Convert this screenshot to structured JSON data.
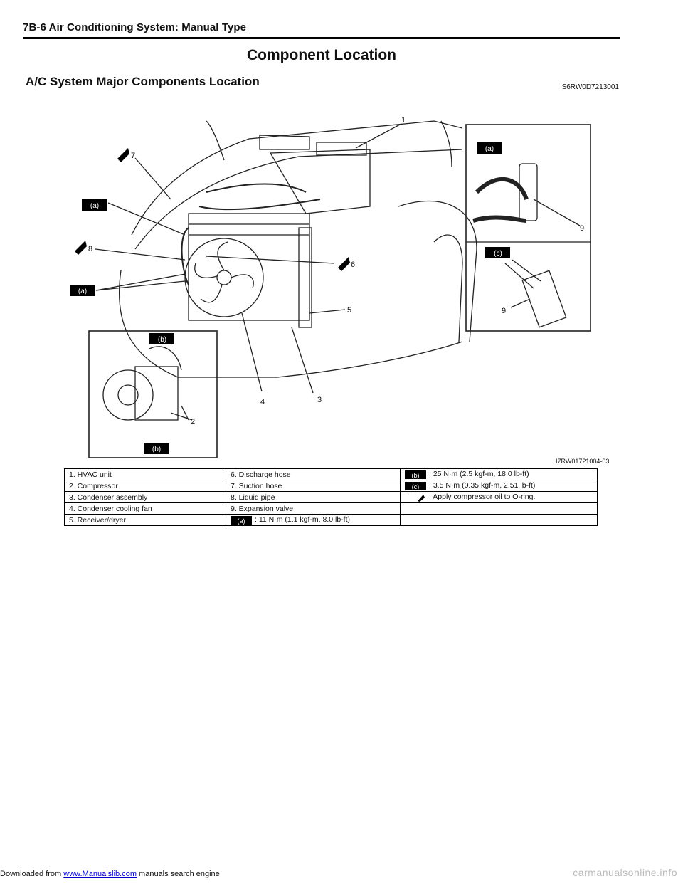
{
  "header": {
    "text": "7B-6   Air Conditioning System: Manual Type"
  },
  "page_title": "Component Location",
  "section": {
    "title": "A/C System Major Components Location",
    "code": "S6RW0D7213001"
  },
  "figure": {
    "code": "I7RW01721004-03",
    "callouts": [
      "1",
      "2",
      "3",
      "4",
      "5",
      "6",
      "7",
      "8",
      "9",
      "9"
    ],
    "tags": {
      "a": "(a)",
      "b": "(b)",
      "c": "(c)"
    }
  },
  "legend": {
    "rows": [
      {
        "c1": "1.   HVAC unit",
        "c2": "6.   Discharge hose",
        "c3_icon": "torque-b-icon",
        "c3_tag": "(b)",
        "c3": ":   25 N·m (2.5 kgf-m, 18.0 lb-ft)"
      },
      {
        "c1": "2.   Compressor",
        "c2": "7.   Suction hose",
        "c3_icon": "torque-c-icon",
        "c3_tag": "(c)",
        "c3": ":   3.5 N·m (0.35 kgf-m, 2.51 lb-ft)"
      },
      {
        "c1": "3.   Condenser assembly",
        "c2": "8.   Liquid pipe",
        "c3_icon": "oil-can-icon",
        "c3": ":   Apply compressor oil to O-ring."
      },
      {
        "c1": "4.   Condenser cooling fan",
        "c2": "9.   Expansion valve",
        "c3": ""
      },
      {
        "c1": "5.   Receiver/dryer",
        "c2_icon": "torque-a-icon",
        "c2_tag": "(a)",
        "c2": ":   11 N·m (1.1 kgf-m, 8.0 lb-ft)",
        "c3": ""
      }
    ]
  },
  "footer": {
    "prefix": "Downloaded from ",
    "link": "www.Manualslib.com",
    "suffix": "  manuals search engine",
    "right": "carmanualsonline.info"
  }
}
